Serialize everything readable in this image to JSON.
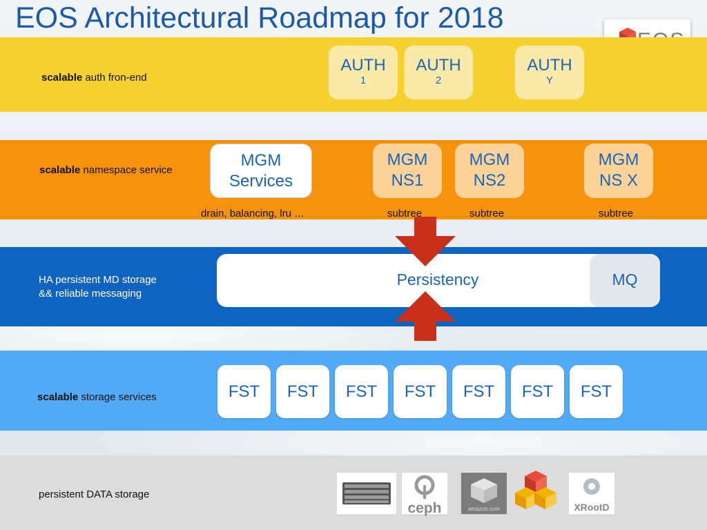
{
  "title": "EOS Architectural Roadmap for 2018",
  "logo": {
    "text": "EOS"
  },
  "layers": {
    "auth": {
      "bold": "scalable",
      "rest": " auth fron-end"
    },
    "namespace": {
      "bold": "scalable",
      "rest": " namespace service"
    },
    "md": {
      "line1": "HA persistent MD storage",
      "line2": "&& reliable messaging"
    },
    "storage": {
      "bold": "scalable",
      "rest": " storage services"
    },
    "data": {
      "text": "persistent DATA storage"
    }
  },
  "auth_boxes": [
    {
      "big": "AUTH",
      "small": "1"
    },
    {
      "big": "AUTH",
      "small": "2"
    },
    {
      "big": "AUTH",
      "small": "Y"
    }
  ],
  "mgm_boxes": [
    {
      "line1": "MGM",
      "line2": "Services",
      "sub": "drain, balancing, lru …"
    },
    {
      "line1": "MGM",
      "line2": "NS1",
      "sub": "subtree"
    },
    {
      "line1": "MGM",
      "line2": "NS2",
      "sub": "subtree"
    },
    {
      "line1": "MGM",
      "line2": "NS X",
      "sub": "subtree"
    }
  ],
  "persistency": {
    "label": "Persistency",
    "mq": "MQ"
  },
  "fst_boxes": [
    "FST",
    "FST",
    "FST",
    "FST",
    "FST",
    "FST",
    "FST"
  ],
  "storage_logos": [
    {
      "name": "server-rack"
    },
    {
      "name": "ceph",
      "text": "ceph"
    },
    {
      "name": "amazon",
      "text": "amazon.com"
    },
    {
      "name": "eos-cubes"
    },
    {
      "name": "xrootd",
      "text": "XRootD"
    }
  ],
  "colors": {
    "accent": "#1d64b3",
    "auth_band": "#f6d12f",
    "ns_band": "#f7920f",
    "md_band": "#0f63c0",
    "storage_band": "#54aaf6",
    "arrow": "#c9301c"
  }
}
